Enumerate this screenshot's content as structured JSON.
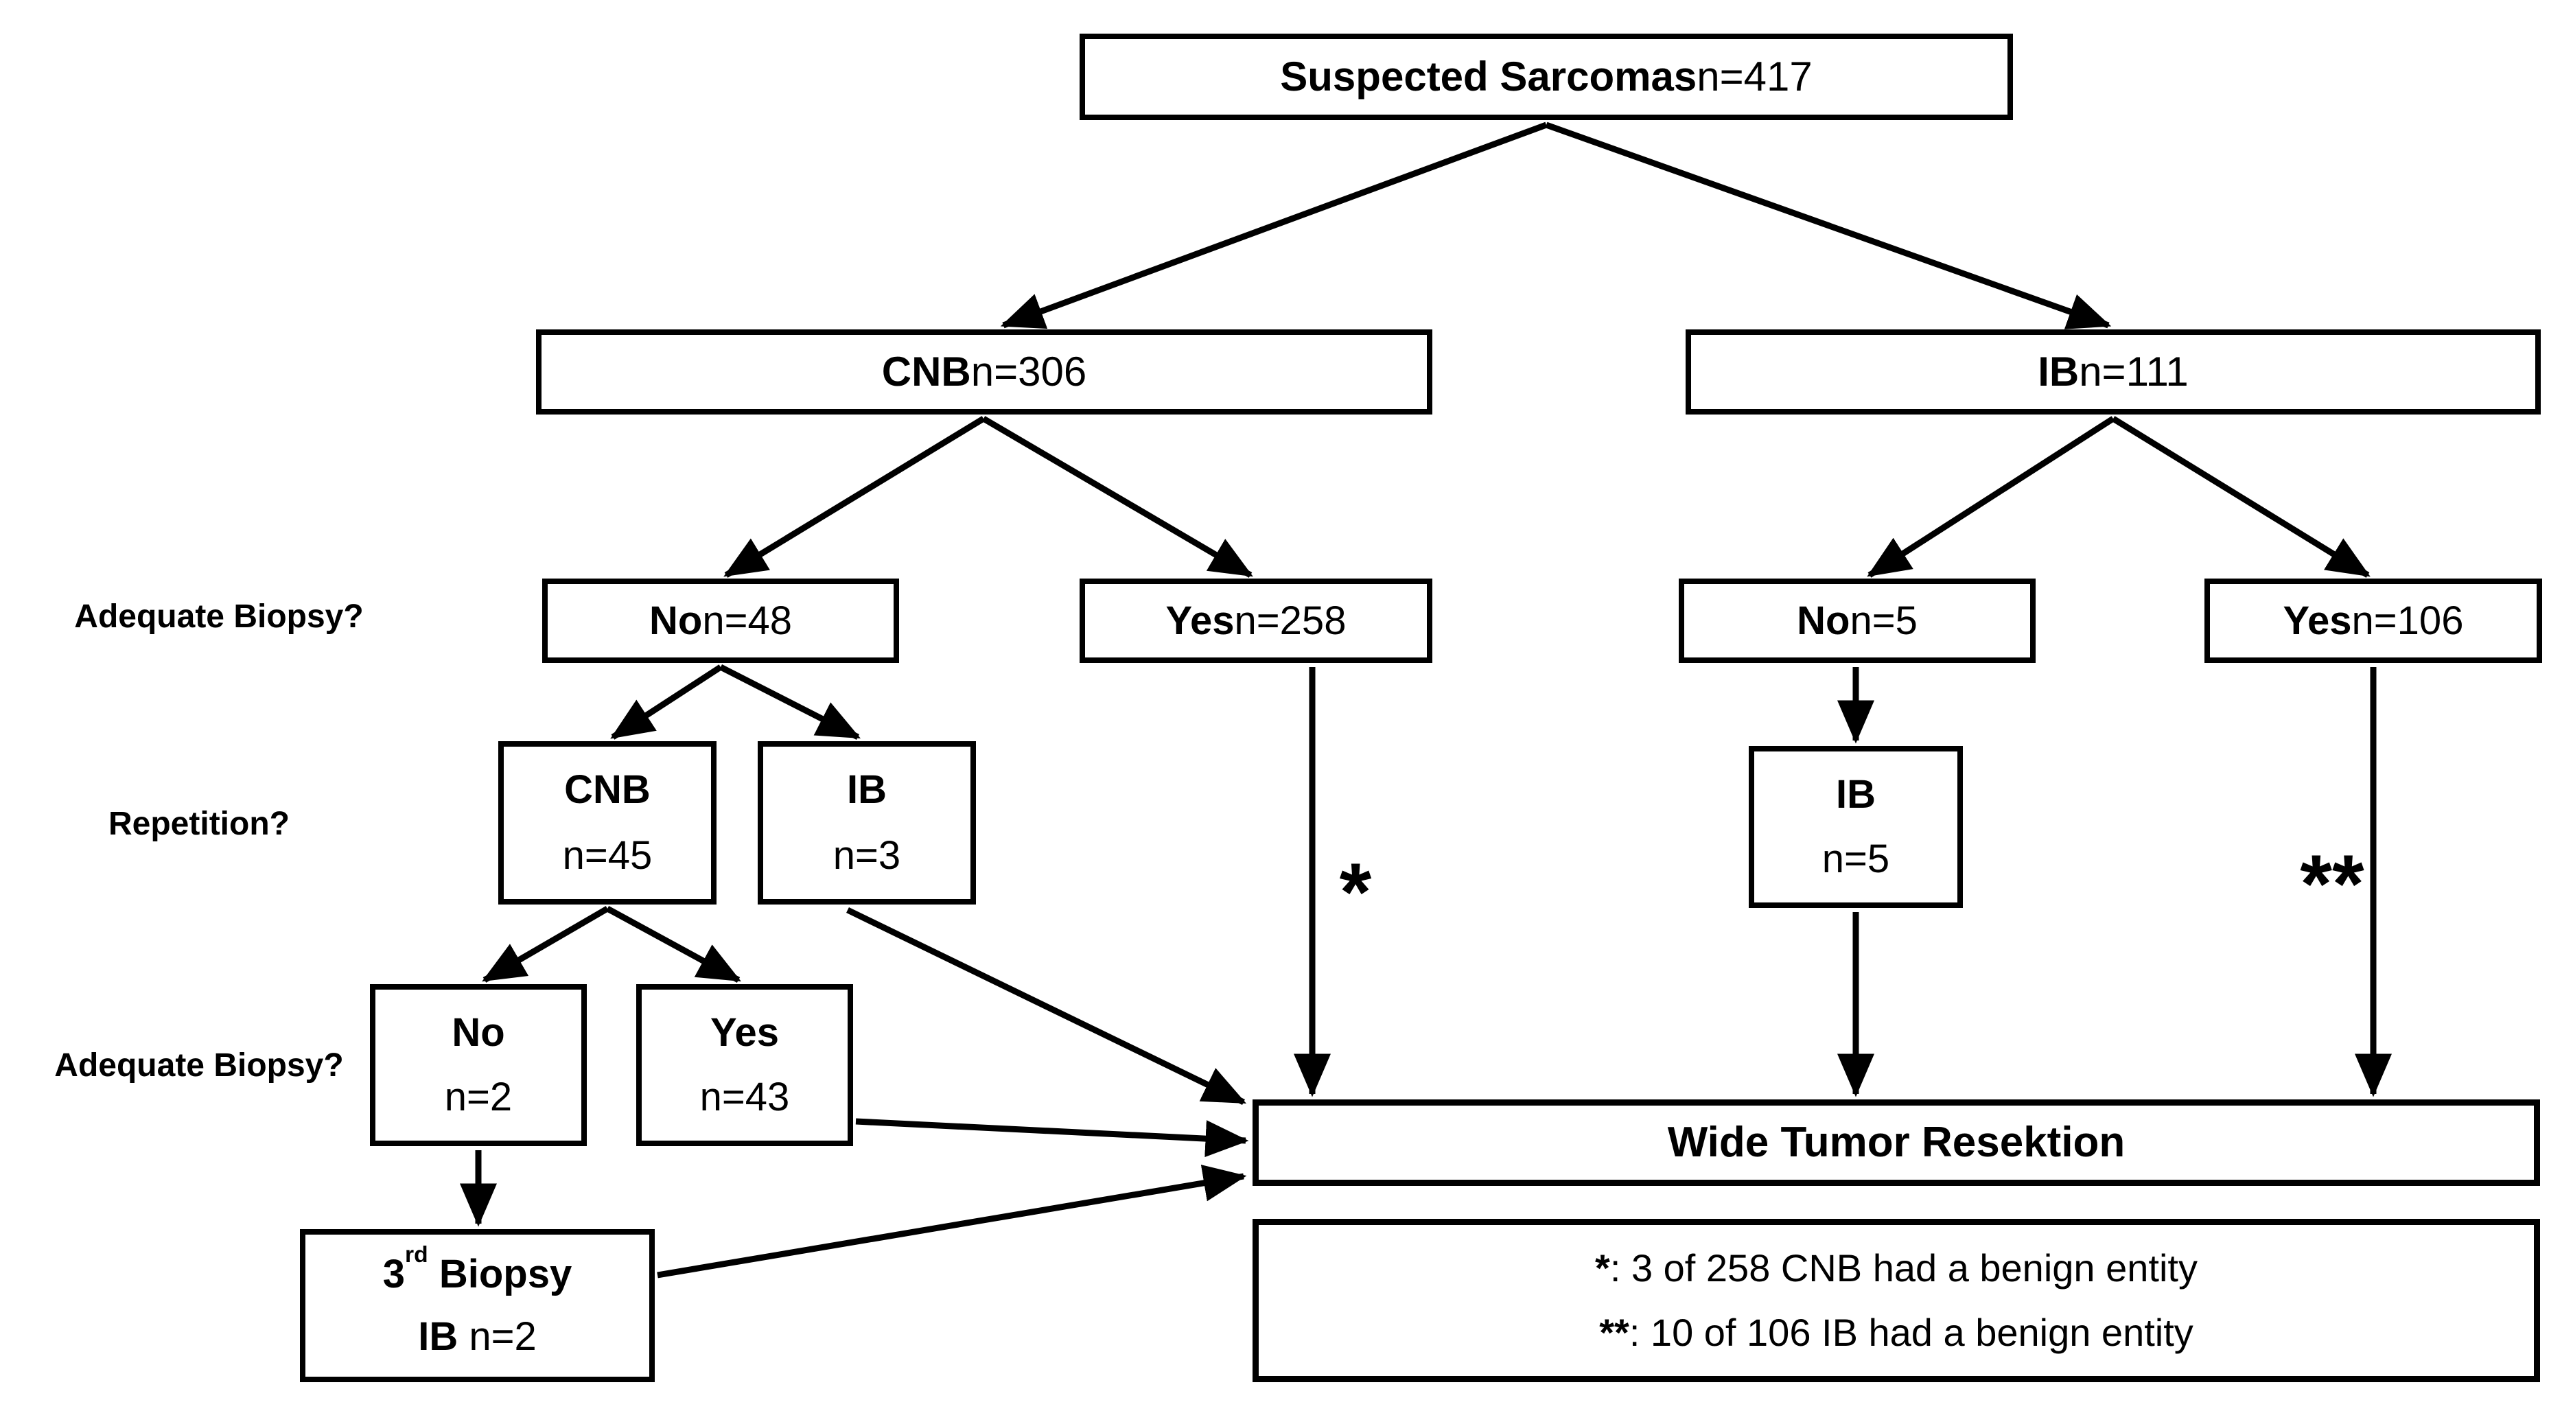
{
  "nodes": {
    "root": {
      "label": "Suspected Sarcomas",
      "value": "n=417"
    },
    "cnb": {
      "label": "CNB",
      "value": "n=306"
    },
    "ib": {
      "label": "IB",
      "value": "n=111"
    },
    "cnb_no": {
      "label": "No",
      "value": "n=48"
    },
    "cnb_yes": {
      "label": "Yes",
      "value": "n=258"
    },
    "ib_no": {
      "label": "No",
      "value": "n=5"
    },
    "ib_yes": {
      "label": "Yes",
      "value": "n=106"
    },
    "repeat_cnb": {
      "label": "CNB",
      "value": "n=45"
    },
    "repeat_ib": {
      "label": "IB",
      "value": "n=3"
    },
    "repeat_ib5": {
      "label": "IB",
      "value": "n=5"
    },
    "adq_no": {
      "label": "No",
      "value": "n=2"
    },
    "adq_yes": {
      "label": "Yes",
      "value": "n=43"
    },
    "third_biopsy": {
      "num": "3",
      "sup": "rd",
      "label": "Biopsy",
      "line2_label": "IB",
      "line2_value": "n=2"
    },
    "result": {
      "label": "Wide Tumor Resektion"
    }
  },
  "side_labels": {
    "adequate_top": "Adequate Biopsy?",
    "repetition": "Repetition?",
    "adequate_bottom": "Adequate Biopsy?"
  },
  "annotations": {
    "single_star": "*",
    "double_star": "**"
  },
  "footnotes": [
    {
      "marker": "*",
      "text": ": 3 of 258 CNB had a benign entity"
    },
    {
      "marker": "**",
      "text": ": 10 of 106 IB had a benign entity"
    }
  ],
  "colors": {
    "line": "#000000",
    "background": "#ffffff",
    "text": "#000000"
  }
}
